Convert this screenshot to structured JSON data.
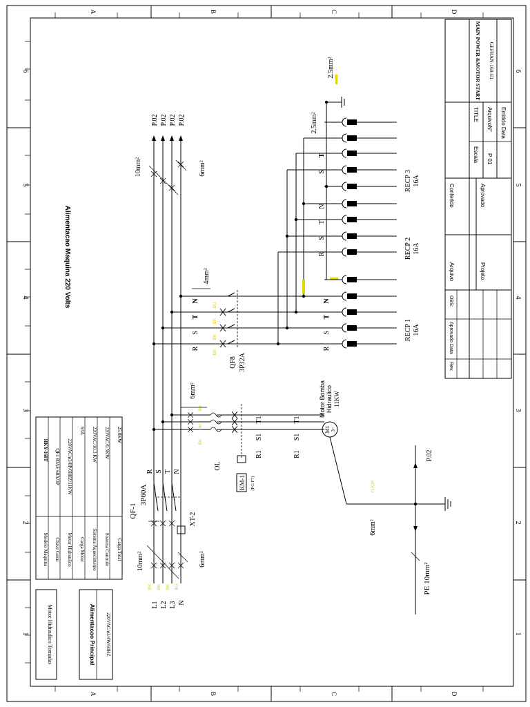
{
  "frame": {
    "row_letters": [
      "A",
      "B",
      "C",
      "D"
    ],
    "col_numbers": [
      "1",
      "2",
      "3",
      "4",
      "5",
      "6"
    ]
  },
  "title": {
    "power_title": "Alimentacao Maquina 220 Volts"
  },
  "drawing_block": {
    "title_value": "MAIN POWER &MOTOR START",
    "doc_number": "GEFRAN-168-E1",
    "title_label": "TITLE",
    "arquivo_n_label": "ArquivoN°",
    "emitido_data_label": "Emitido Data",
    "escala_label": "Escala",
    "page_label": "P 01",
    "conferido_label": "Conferido",
    "aprovado_label": "Aprovado",
    "arquivo_label": "Arquivo",
    "projeto_label": "Projeto",
    "rev_label": "Rev.",
    "aprovado_data_label": "Aprovado Data",
    "obs_label": "OBS:"
  },
  "spec_table": {
    "rows": [
      {
        "label": "Modelo Maquina",
        "value": "HKY-168T"
      },
      {
        "label": "Chave Geral",
        "value": "QF1  80AF 60A/3P"
      },
      {
        "label": "Motor Hidraulico",
        "value": "220VAC/ø3/8P/60HZ/11KW"
      },
      {
        "label": "Carga Motor",
        "value": "63A"
      },
      {
        "label": "Sistema Aquecimento",
        "value": "220VAC/10.3 KW"
      },
      {
        "label": "Sistema Controle",
        "value": "220VAC/0.5KW"
      },
      {
        "label": "Carga Total",
        "value": "25.8KW"
      }
    ]
  },
  "main_supply_box": {
    "title": "Alimentacao Principal",
    "value": "220VAC/ø3/4W/60HZ"
  },
  "side_label": "Motor Hidraulico Tomadas",
  "supply": {
    "lines": [
      "L1",
      "L2",
      "L3",
      "N"
    ],
    "wire_tags": [
      "BK",
      "BK",
      "BK",
      "BU"
    ],
    "cable_in": "10mm²",
    "cable_n": "6mm²",
    "breaker_name": "QF-1",
    "breaker_rating": "3P60A",
    "terminal": "XT-2",
    "bus_labels": [
      "R",
      "S",
      "T",
      "N"
    ]
  },
  "top_feed": {
    "refs": [
      "P.02",
      "P.02",
      "P.02",
      "P.02"
    ],
    "cable_a": "10mm²",
    "cable_b": "6mm²"
  },
  "motor_circuit": {
    "cable": "6mm²",
    "wire_tags": [
      "BK",
      "BK",
      "BK"
    ],
    "overload": "OL",
    "contactor": "KM-1",
    "contactor_ref": "(PG F7)",
    "terms_in": [
      "R1",
      "S1",
      "T1"
    ],
    "terms_out": [
      "R1",
      "S1",
      "T1"
    ],
    "motor_tag": "M1",
    "motor_phase": "3~",
    "motor_name": "Motor Bomba",
    "motor_name2": "Hidraulico",
    "motor_power": "11KW"
  },
  "outlet_circuit": {
    "breaker": "QF8",
    "rating": "3P32A",
    "cable": "4mm²",
    "cable_top": "2.5mm²",
    "cable_pe": "2.5mm²",
    "wire_tags": [
      "BK",
      "BK",
      "BK",
      "BU"
    ],
    "phase_labels": [
      "R",
      "S",
      "T",
      "N"
    ],
    "receptacles": [
      {
        "name": "RECP 1",
        "rating": "16A"
      },
      {
        "name": "RECP 2",
        "rating": "16A"
      },
      {
        "name": "RECP 3",
        "rating": "16A"
      }
    ]
  },
  "earth": {
    "cable_pe": "PE 10mm²",
    "cable_motor": "6mm²",
    "ref": "P.02",
    "tag": "YL/GR"
  }
}
